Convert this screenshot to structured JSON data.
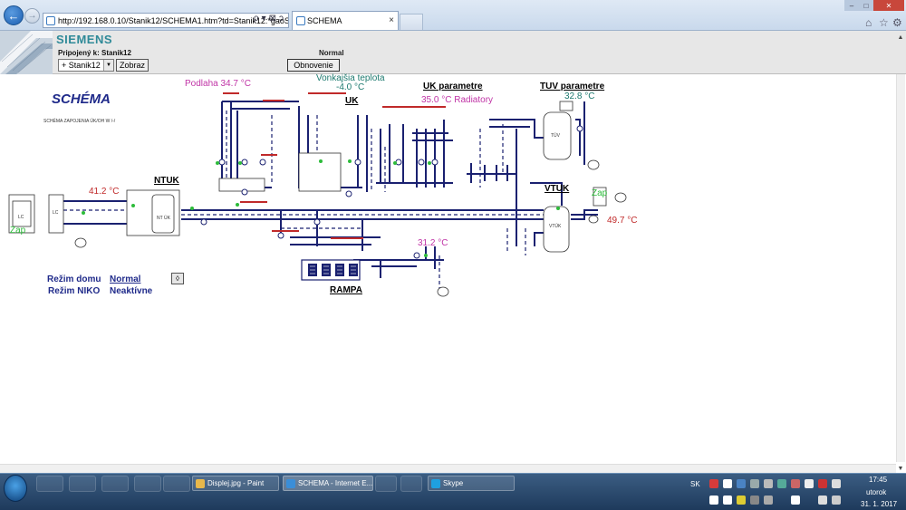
{
  "browser": {
    "address": "http://192.168.0.10/Stanik12/SCHEMA1.htm?td=Stanik12:*gaoSCHE",
    "tab_title": "SCHEMA",
    "tab_close": "×",
    "back_glyph": "←",
    "forward_glyph": "→",
    "min_glyph": "–",
    "max_glyph": "□",
    "close_glyph": "✕",
    "addr_tools": "ρ▾⊠ↄ"
  },
  "header": {
    "brand": "SIEMENS",
    "connected_label": "Pripojený k: Stanik12",
    "status": "Normal",
    "station_select": "+ Stanik12",
    "show_button": "Zobraz",
    "refresh_button": "Obnovenie"
  },
  "schema": {
    "title": "SCHÉMA",
    "subtitle": "SCHÉMA ZAPOJENIA ÚK/OH   W /-/",
    "labels": {
      "podlaha": "Podlaha  34.7 °C",
      "vonkajsia": "Vonkajšia teplota",
      "vonkajsia_val": "-4.0 °C",
      "uk": "UK",
      "uk_param": "UK parametre",
      "uk_temp": "35.0 °C  Radiatory",
      "tuv_param": "TUV parametre",
      "tuv_temp": "32.8 °C",
      "ntuk": "NTUK",
      "ntuk_temp": "41.2 °C",
      "zap_left": "Zap",
      "vtuk": "VTUK",
      "zap_right": "Zap",
      "vtuk_temp": "49.7 °C",
      "rampa_temp": "31.2 °C",
      "rampa": "RAMPA",
      "lc": "LC",
      "tuv_tank": "TÚV",
      "vtuk_tank": "VTÚK",
      "nt_uk": "NT ÚK"
    },
    "rezim_domu_label": "Režim domu",
    "rezim_domu_val": "Normal",
    "rezim_niko_label": "Režim NIKO",
    "rezim_niko_val": "Neaktívne",
    "toggle_glyph": "◊"
  },
  "taskbar": {
    "items": [
      {
        "label": "Displej.jpg - Paint"
      },
      {
        "label": "SCHEMA - Internet E..."
      },
      {
        "label": "Skype"
      }
    ],
    "lang": "SK",
    "time": "17:45",
    "day": "utorok",
    "date": "31. 1. 2017"
  },
  "colors": {
    "pipe": "#1a2170",
    "accent_magenta": "#c034a6",
    "accent_red": "#c02a2a",
    "accent_teal": "#1d7a6f",
    "zap_green": "#2dbb3a",
    "brand_teal": "#2f8a98"
  }
}
